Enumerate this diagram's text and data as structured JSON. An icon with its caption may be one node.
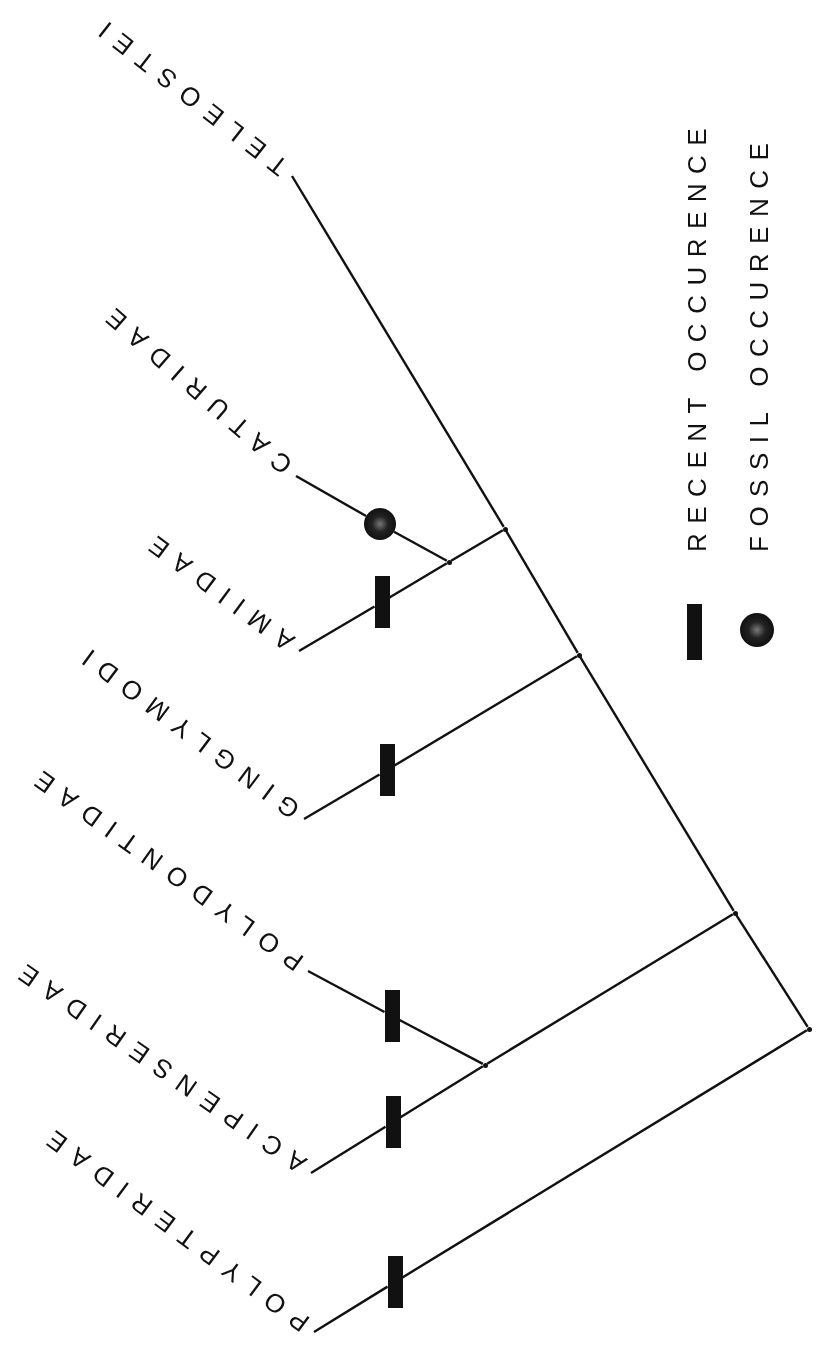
{
  "diagram": {
    "nodes": [
      {
        "text": [
          "TELEOSTEI"
        ]
      },
      {
        "text": [
          "CATURIDAE"
        ]
      },
      {
        "text": [
          "AMIIDAE"
        ]
      },
      {
        "text": [
          "GINGLYMODI"
        ]
      },
      {
        "text": [
          "POLYDONTIDAE"
        ]
      },
      {
        "text": [
          "ACIPENSERIDAE"
        ]
      },
      {
        "text": [
          "POLYPTERIDAE"
        ]
      },
      {
        "text": [],
        "shape": "circle"
      },
      {
        "text": [],
        "shape": "bar"
      },
      {
        "text": [],
        "shape": "bar"
      },
      {
        "text": [],
        "shape": "bar"
      },
      {
        "text": [],
        "shape": "bar"
      },
      {
        "text": [],
        "shape": "bar"
      },
      {
        "text": [],
        "shape": "dot"
      },
      {
        "text": [],
        "shape": "dot"
      },
      {
        "text": [],
        "shape": "dot"
      },
      {
        "text": [],
        "shape": "dot"
      },
      {
        "text": [],
        "shape": "dot"
      },
      {
        "text": [],
        "shape": "dot"
      }
    ],
    "edges": [
      {
        "from": 0,
        "to": 14,
        "arrow": "none"
      },
      {
        "from": 1,
        "to": 7,
        "arrow": "none"
      },
      {
        "from": 7,
        "to": 13,
        "arrow": "none"
      },
      {
        "from": 2,
        "to": 8,
        "arrow": "none"
      },
      {
        "from": 8,
        "to": 13,
        "arrow": "none"
      },
      {
        "from": 13,
        "to": 14,
        "arrow": "none"
      },
      {
        "from": 14,
        "to": 15,
        "arrow": "none"
      },
      {
        "from": 3,
        "to": 9,
        "arrow": "none"
      },
      {
        "from": 9,
        "to": 15,
        "arrow": "none"
      },
      {
        "from": 15,
        "to": 17,
        "arrow": "none"
      },
      {
        "from": 4,
        "to": 10,
        "arrow": "none"
      },
      {
        "from": 10,
        "to": 16,
        "arrow": "none"
      },
      {
        "from": 5,
        "to": 11,
        "arrow": "none"
      },
      {
        "from": 11,
        "to": 16,
        "arrow": "none"
      },
      {
        "from": 16,
        "to": 17,
        "arrow": "none"
      },
      {
        "from": 17,
        "to": 18,
        "arrow": "none"
      },
      {
        "from": 6,
        "to": 12,
        "arrow": "none"
      },
      {
        "from": 12,
        "to": 18,
        "arrow": "none"
      }
    ],
    "legend": [
      {
        "text": "RECENT OCCURENCE"
      },
      {
        "text": "FOSSIL OCCURENCE"
      }
    ]
  }
}
